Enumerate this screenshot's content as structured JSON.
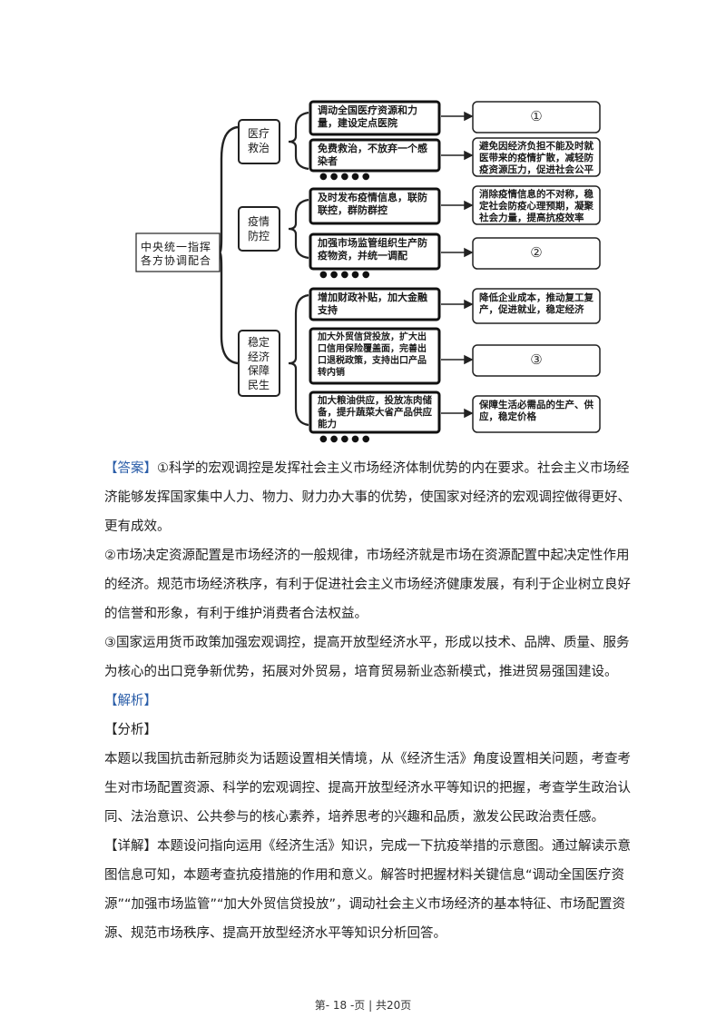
{
  "diagram": {
    "root": "中央统一指挥各方协调配合",
    "categories": [
      "医疗救治",
      "疫情防控",
      "稳定经济 保障民生"
    ],
    "middle": [
      "调动全国医疗资源和力量，建设定点医院",
      "免费救治，不放弃一个感染者",
      "及时发布疫情信息，联防联控，群防群控",
      "加强市场监管组织生产防疫物资，并统一调配",
      "增加财政补贴，加大金融支持",
      "加大外贸信贷投放，扩大出口信用保险覆盖面，完善出口退税政策，支持出口产品转内销",
      "加大粮油供应，投放冻肉储备，提升蔬菜大省产品供应能力"
    ],
    "right": [
      "①",
      "避免因经济负担不能及时就医带来的疫情扩散，减轻防疫资源压力，促进社会公平",
      "消除疫情信息的不对称，稳定社会防疫心理预期，凝聚社会力量，提高抗疫效率",
      "②",
      "降低企业成本，推动复工复产，促进就业，稳定经济",
      "③",
      "保障生活必需品的生产、供应，稳定价格"
    ],
    "dots": "●●●●●"
  },
  "answer": {
    "tag": "【答案】",
    "p1": "①科学的宏观调控是发挥社会主义市场经济体制优势的内在要求。社会主义市场经济能够发挥国家集中人力、物力、财力办大事的优势，使国家对经济的宏观调控做得更好、更有成效。",
    "p2": "②市场决定资源配置是市场经济的一般规律，市场经济就是市场在资源配置中起决定性作用的经济。规范市场经济秩序，有利于促进社会主义市场经济健康发展，有利于企业树立良好的信誉和形象，有利于维护消费者合法权益。",
    "p3": "③国家运用货币政策加强宏观调控，提高开放型经济水平，形成以技术、品牌、质量、服务为核心的出口竞争新优势，拓展对外贸易，培育贸易新业态新模式，推进贸易强国建设。"
  },
  "analysis": {
    "tag": "【解析】",
    "fenxi_tag": "【分析】",
    "fenxi": "本题以我国抗击新冠肺炎为话题设置相关情境，从《经济生活》角度设置相关问题，考查考生对市场配置资源、科学的宏观调控、提高开放型经济水平等知识的把握，考查学生政治认同、法治意识、公共参与的核心素养，培养思考的兴趣和品质，激发公民政治责任感。",
    "xiangjie_tag": "【详解】",
    "xiangjie": "本题设问指向运用《经济生活》知识，完成一下抗疫举措的示意图。通过解读示意图信息可知，本题考查抗疫措施的作用和意义。解答时把握材料关键信息“调动全国医疗资源”“加强市场监管”“加大外贸信贷投放”，调动社会主义市场经济的基本特征、市场配置资源、规范市场秩序、提高开放型经济水平等知识分析回答。"
  },
  "footer": "第- 18 -页 | 共20页"
}
